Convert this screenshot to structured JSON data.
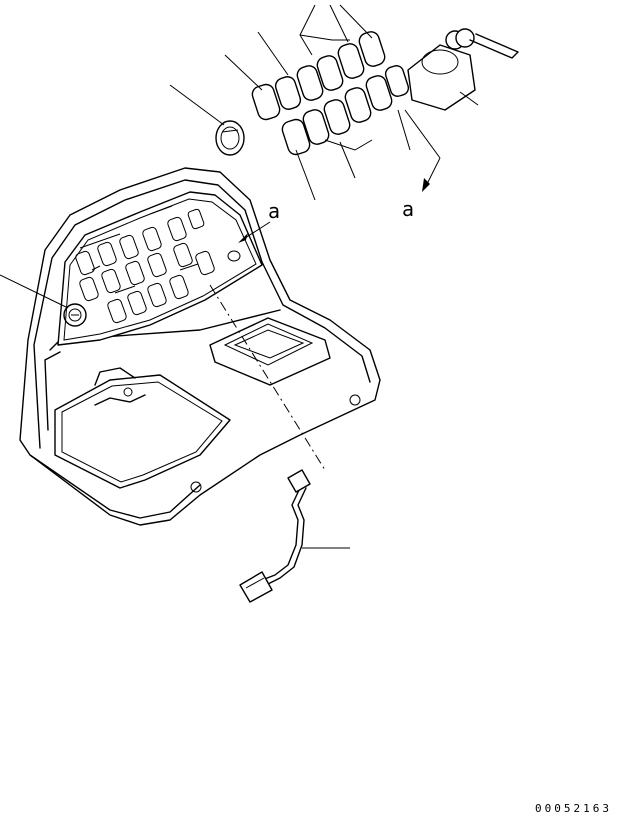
{
  "labels": {
    "ref_a_top": "a",
    "ref_a_right": "a"
  },
  "drawing_code": "00052163"
}
